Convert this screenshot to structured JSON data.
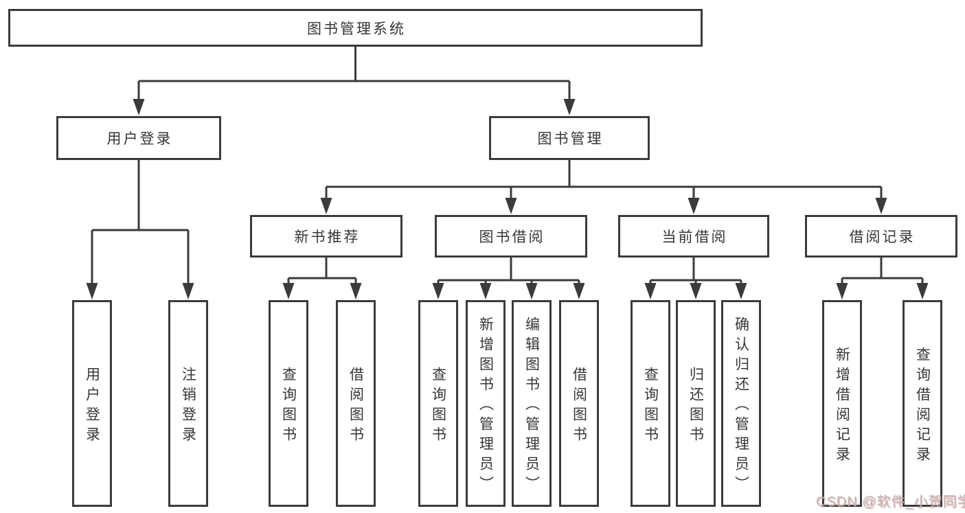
{
  "tree": {
    "root": {
      "label": "图书管理系统"
    },
    "login": {
      "label": "用户登录",
      "children": [
        {
          "label": "用户登录"
        },
        {
          "label": "注销登录"
        }
      ]
    },
    "management": {
      "label": "图书管理",
      "modules": [
        {
          "label": "新书推荐",
          "children": [
            {
              "label": "查询图书"
            },
            {
              "label": "借阅图书"
            }
          ]
        },
        {
          "label": "图书借阅",
          "children": [
            {
              "label": "查询图书"
            },
            {
              "label": "新增图书（管理员）"
            },
            {
              "label": "编辑图书（管理员）"
            },
            {
              "label": "借阅图书"
            }
          ]
        },
        {
          "label": "当前借阅",
          "children": [
            {
              "label": "查询图书"
            },
            {
              "label": "归还图书"
            },
            {
              "label": "确认归还（管理员）"
            }
          ]
        },
        {
          "label": "借阅记录",
          "children": [
            {
              "label": "新增借阅记录"
            },
            {
              "label": "查询借阅记录"
            }
          ]
        }
      ]
    }
  },
  "watermark": {
    "text": "CSDN @软件_小贺同学"
  },
  "colors": {
    "line": "#3b3b3b",
    "text": "#363636",
    "watermark": "#b9b9b9"
  }
}
